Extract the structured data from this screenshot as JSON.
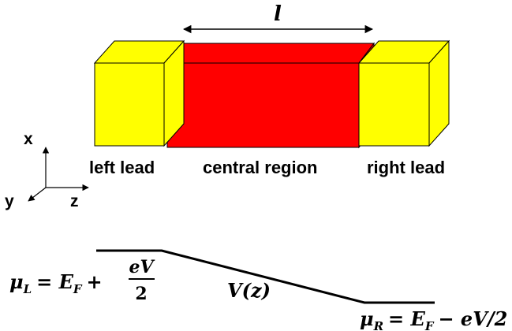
{
  "labels": {
    "length": "l",
    "axis_x": "x",
    "axis_y": "y",
    "axis_z": "z",
    "left_lead": "left lead",
    "central_region": "central region",
    "right_lead": "right lead"
  },
  "potential": {
    "mu_l_lhs": "μ",
    "mu_l_sub": "L",
    "mu_l_eq": "= E",
    "mu_l_ef_sub": "F",
    "mu_l_plus": "+",
    "mu_l_num": "eV",
    "mu_l_den": "2",
    "v_label": "V(z)",
    "mu_r_lhs": "μ",
    "mu_r_sub": "R",
    "mu_r_eq": "= E",
    "mu_r_ef_sub": "F",
    "mu_r_rest": "− eV/2"
  },
  "colors": {
    "lead": "#ffff00",
    "central": "#ff0000",
    "outline": "#000000"
  }
}
